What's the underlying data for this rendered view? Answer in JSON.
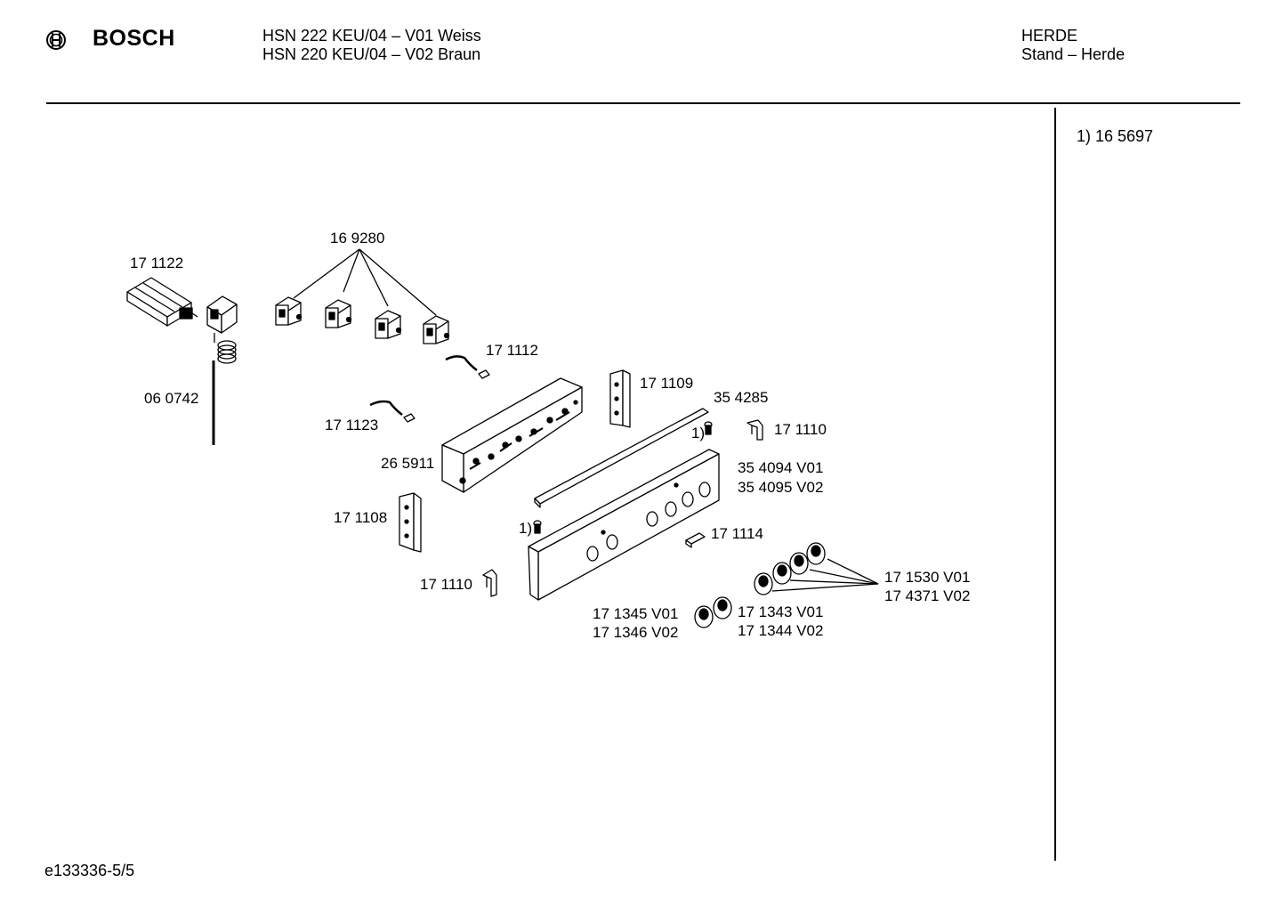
{
  "header": {
    "brand": "BOSCH",
    "model_line_1": "HSN 222 KEU/04 – V01 Weiss",
    "model_line_2": "HSN 220 KEU/04 – V02 Braun",
    "category": "HERDE",
    "subcategory": "Stand – Herde"
  },
  "sidebar": {
    "footnote": "1) 16 5697"
  },
  "footer": {
    "doc_id": "e133336-5/5"
  },
  "parts": {
    "p171122": "17 1122",
    "p169280": "16 9280",
    "p060742": "06 0742",
    "p171112": "17 1112",
    "p171123": "17 1123",
    "p171109": "17 1109",
    "p354285": "35 4285",
    "p171110a": "17 1110",
    "p265911": "26 5911",
    "p354094": "35 4094 V01",
    "p354095": "35 4095 V02",
    "p171108": "17 1108",
    "p171114": "17 1114",
    "p171110b": "17 1110",
    "p171530": "17 1530 V01",
    "p174371": "17 4371 V02",
    "p171345": "17 1345 V01",
    "p171346": "17 1346 V02",
    "p171343": "17 1343 V01",
    "p171344": "17 1344 V02",
    "fn1a": "1)",
    "fn1b": "1)"
  }
}
